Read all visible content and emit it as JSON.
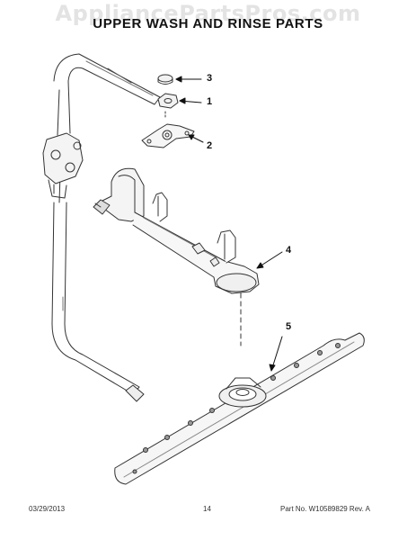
{
  "watermark": "AppliancePartsPros.com",
  "title": "UPPER WASH AND RINSE PARTS",
  "callouts": [
    "3",
    "1",
    "2",
    "4",
    "5"
  ],
  "footer": {
    "date": "03/29/2013",
    "page": "14",
    "part_number": "Part No. W10589829  Rev. A"
  }
}
